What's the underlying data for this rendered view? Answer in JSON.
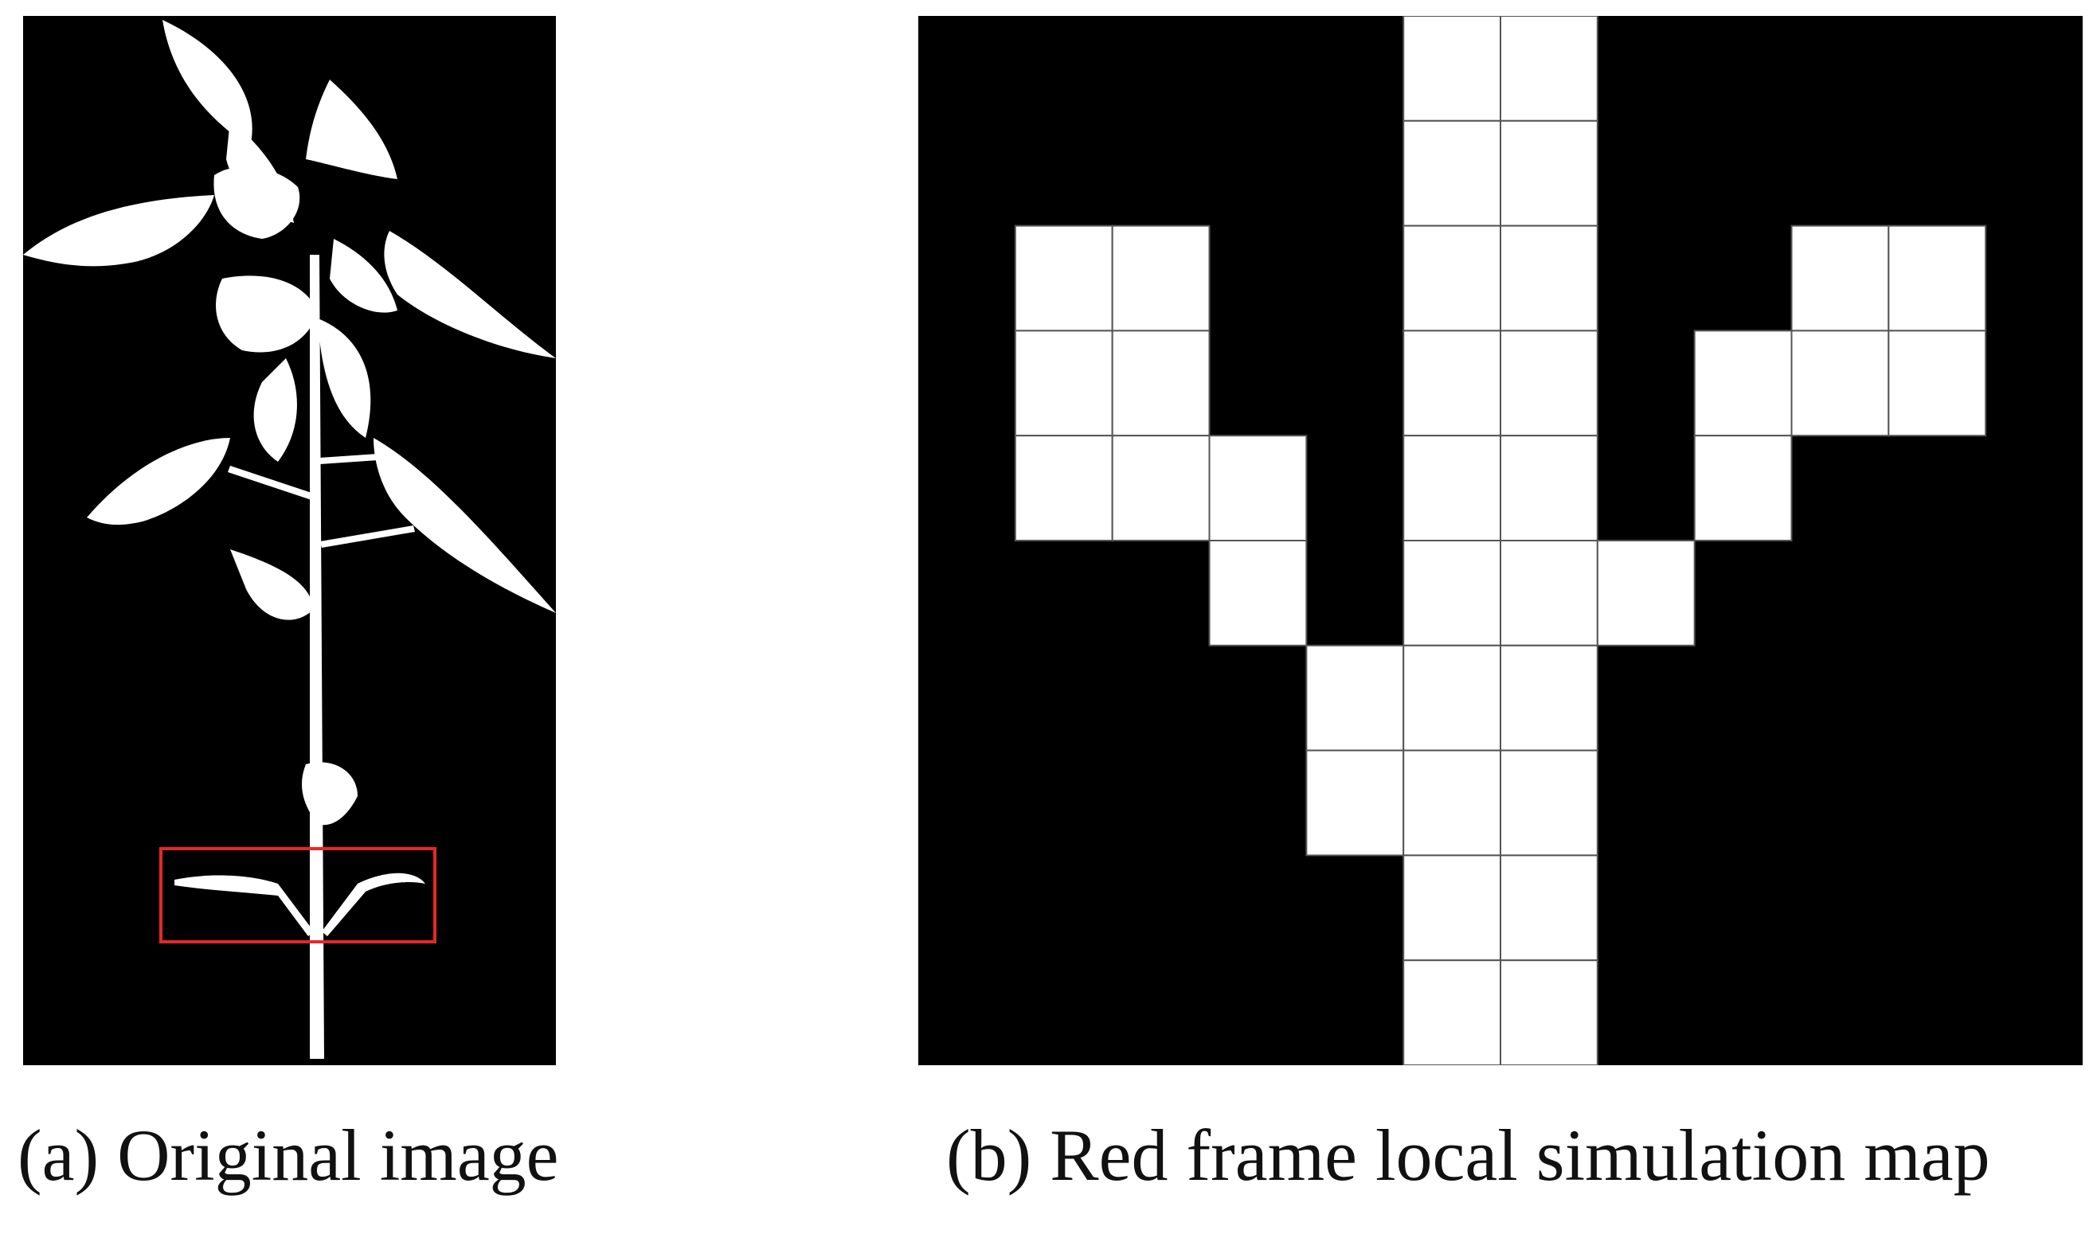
{
  "panels": [
    {
      "id": "a",
      "caption": "(a) Original image",
      "content": "plant-silhouette",
      "highlight_color": "#e8262a"
    },
    {
      "id": "b",
      "caption": "(b) Red frame local simulation map",
      "grid": {
        "rows": 10,
        "cols": 12,
        "foreground_color": "#ffffff",
        "background_color": "#000000",
        "line_color": "#555555",
        "cells": [
          [
            0,
            0,
            0,
            0,
            0,
            1,
            1,
            0,
            0,
            0,
            0,
            0
          ],
          [
            0,
            0,
            0,
            0,
            0,
            1,
            1,
            0,
            0,
            0,
            0,
            0
          ],
          [
            0,
            1,
            1,
            0,
            0,
            1,
            1,
            0,
            0,
            1,
            1,
            0
          ],
          [
            0,
            1,
            1,
            0,
            0,
            1,
            1,
            0,
            1,
            1,
            1,
            0
          ],
          [
            0,
            1,
            1,
            1,
            0,
            1,
            1,
            0,
            1,
            0,
            0,
            0
          ],
          [
            0,
            0,
            0,
            1,
            0,
            1,
            1,
            1,
            0,
            0,
            0,
            0
          ],
          [
            0,
            0,
            0,
            0,
            1,
            1,
            1,
            0,
            0,
            0,
            0,
            0
          ],
          [
            0,
            0,
            0,
            0,
            1,
            1,
            1,
            0,
            0,
            0,
            0,
            0
          ],
          [
            0,
            0,
            0,
            0,
            0,
            1,
            1,
            0,
            0,
            0,
            0,
            0
          ],
          [
            0,
            0,
            0,
            0,
            0,
            1,
            1,
            0,
            0,
            0,
            0,
            0
          ]
        ]
      }
    }
  ]
}
